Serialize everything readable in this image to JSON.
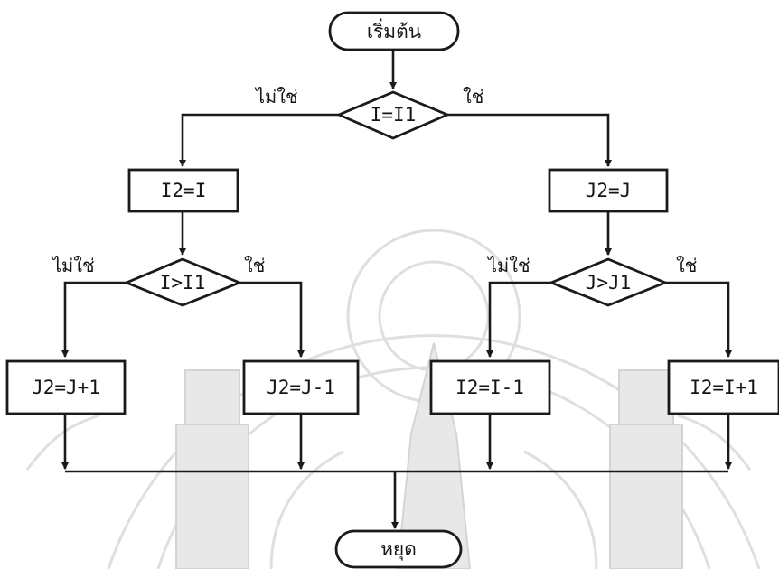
{
  "flowchart": {
    "start": "เริ่มต้น",
    "stop": "หยุด",
    "yes": "ใช่",
    "no": "ไม่ใช่",
    "decisions": {
      "top": "I=I1",
      "left": "I>I1",
      "right": "J>J1"
    },
    "processes": {
      "i2_eq_i": "I2=I",
      "j2_eq_j": "J2=J",
      "j2_plus": "J2=J+1",
      "j2_minus": "J2=J-1",
      "i2_minus": "I2=I-1",
      "i2_plus": "I2=I+1"
    }
  }
}
